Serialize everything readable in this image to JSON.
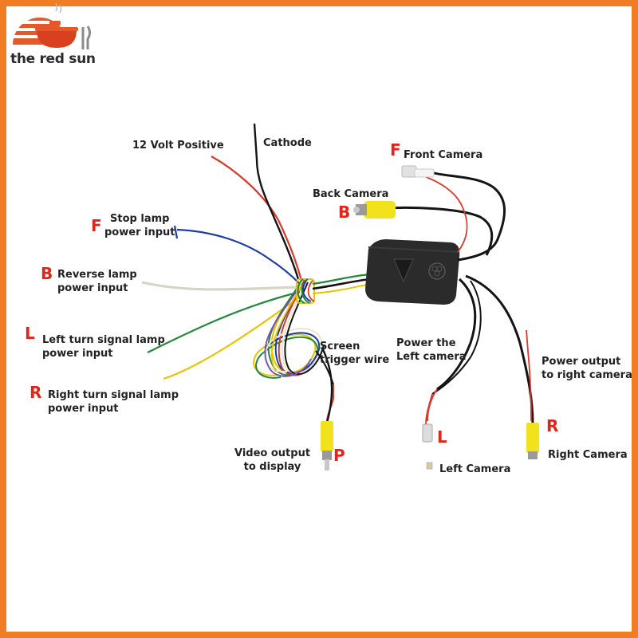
{
  "brand": {
    "name": "the red sun"
  },
  "labels": {
    "twelve_volt": "12 Volt Positive",
    "cathode": "Cathode",
    "front_camera": "Front Camera",
    "back_camera": "Back Camera",
    "stop_lamp": "Stop lamp\npower input",
    "reverse_lamp": "Reverse lamp\npower input",
    "left_turn": "Left turn signal lamp\npower input",
    "right_turn": "Right turn signal lamp\npower input",
    "screen_trigger": "Screen\ntrigger wire",
    "power_left": "Power the\nLeft camera",
    "power_right": "Power output\nto right camera",
    "video_output": "Video output\nto display",
    "left_camera": "Left Camera",
    "right_camera": "Right Camera"
  },
  "tags": {
    "front": "F",
    "back": "B",
    "stop": "F",
    "reverse": "B",
    "left_turn": "L",
    "right_turn": "R",
    "video": "P",
    "left_cam": "L",
    "right_cam": "R"
  },
  "colors": {
    "border": "#f07d22",
    "tag_red": "#e0261b",
    "logo_orange": "#e8572a",
    "rca_yellow": "#f2e21c",
    "module": "#2b2b2b"
  }
}
